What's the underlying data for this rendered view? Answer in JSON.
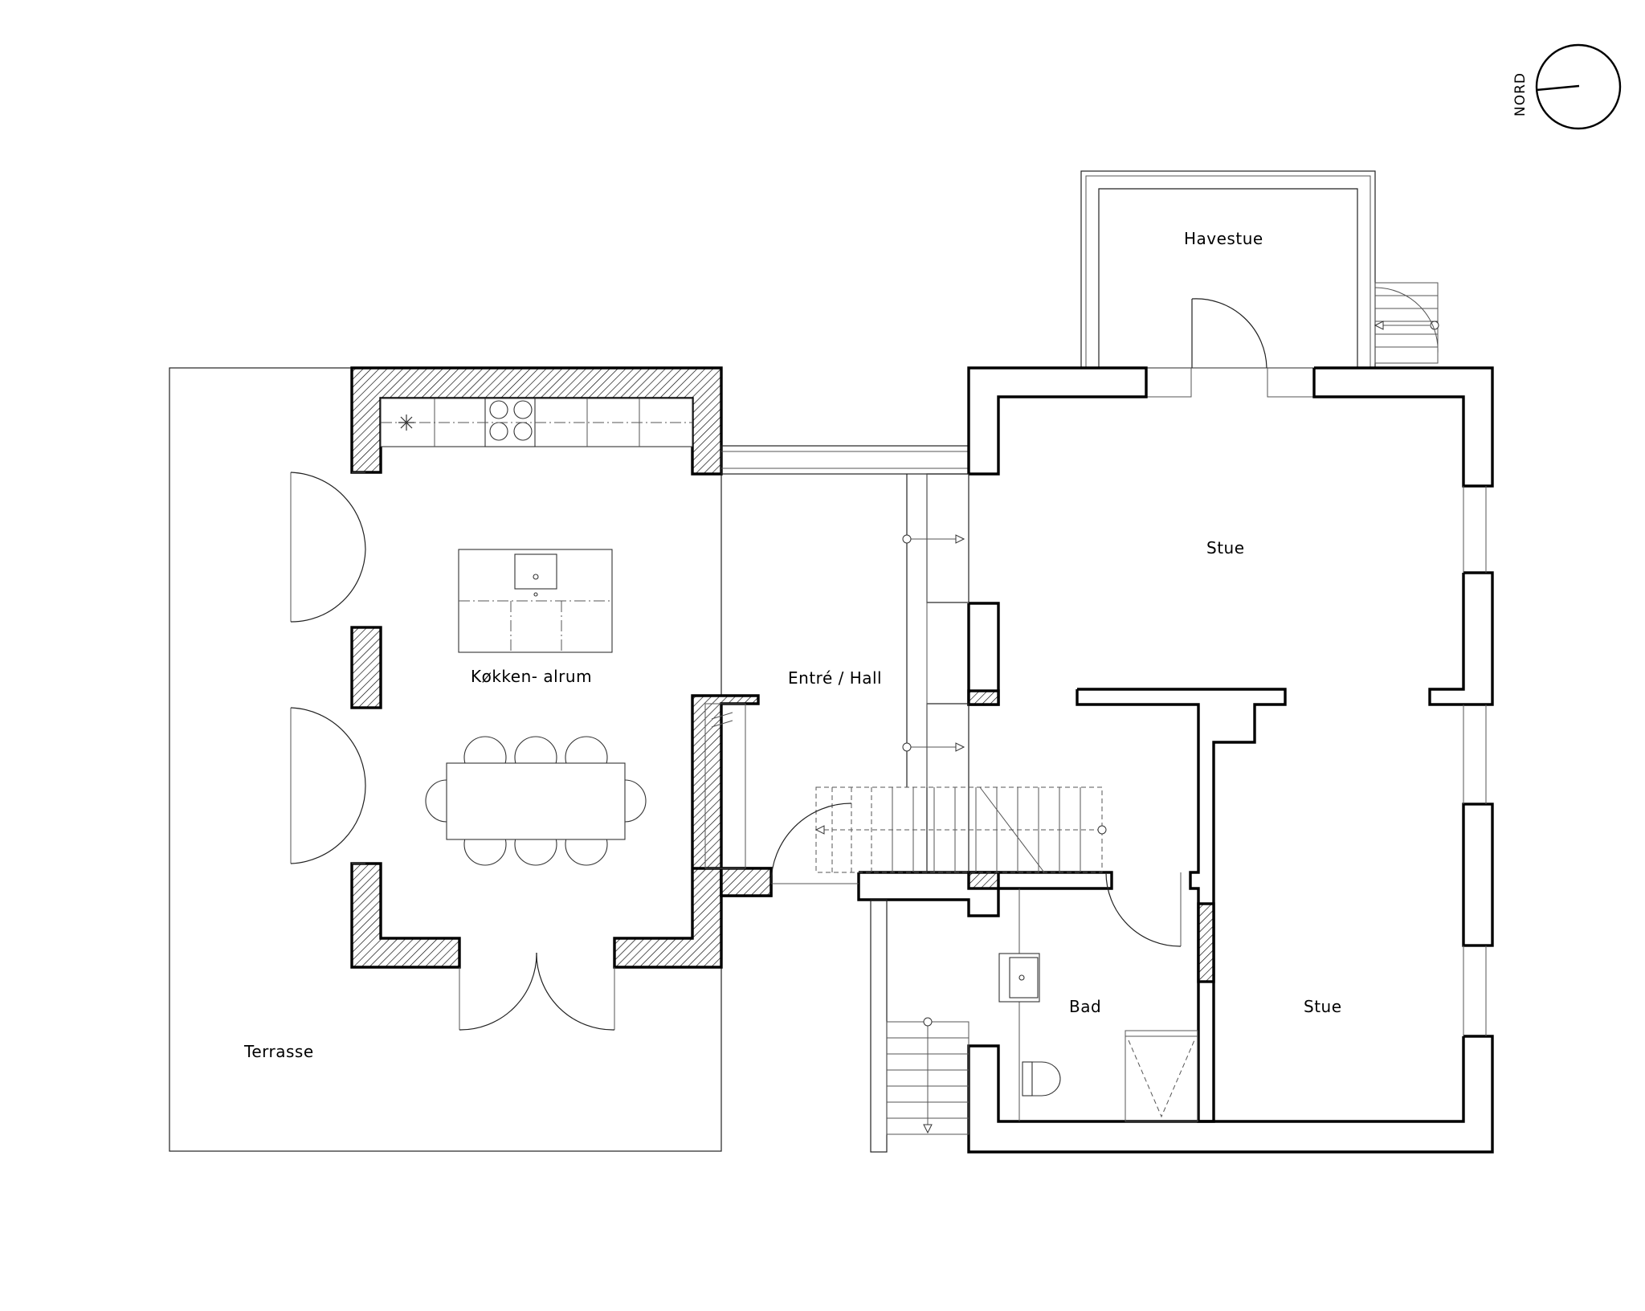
{
  "rooms": {
    "havestue": "Havestue",
    "stue_upper": "Stue",
    "stue_lower": "Stue",
    "kitchen": "Køkken- alrum",
    "hall": "Entré / Hall",
    "bad": "Bad",
    "terrasse": "Terrasse"
  },
  "compass": {
    "label": "NORD"
  }
}
